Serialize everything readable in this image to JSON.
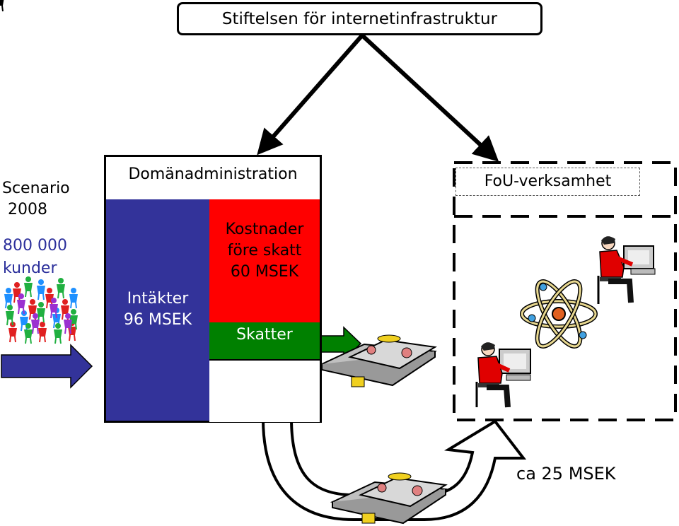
{
  "title": "Stiftelsen för internetinfrastruktur",
  "scenario": {
    "line1": "Scenario",
    "line2": "2008"
  },
  "customers": {
    "line1": "800 000",
    "line2": "kunder"
  },
  "domain_admin": {
    "title": "Domänadministration",
    "income": {
      "line1": "Intäkter",
      "line2": "96 MSEK"
    },
    "costs": {
      "line1": "Kostnader",
      "line2": "före skatt",
      "line3": "60 MSEK"
    },
    "taxes": "Skatter"
  },
  "rnd": {
    "title": "FoU-verksamhet"
  },
  "transfer_amount": "ca 25 MSEK",
  "colors": {
    "income": "#33339a",
    "costs": "#ff0000",
    "taxes": "#008000",
    "arrow_blue": "#33339a",
    "arrow_green": "#008000"
  },
  "icons": [
    "people-crowd-icon",
    "money-stack-icon",
    "researcher-computer-icon",
    "atom-icon"
  ]
}
